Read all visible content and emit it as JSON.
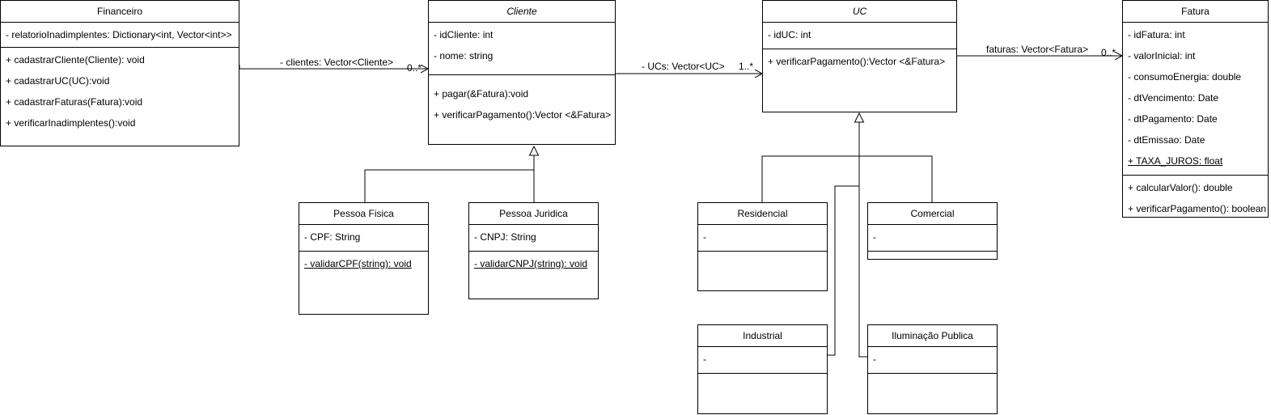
{
  "classes": {
    "financeiro": {
      "name": "Financeiro",
      "attributes": [
        "- relatorioInadimplentes: Dictionary<int, Vector<int>>"
      ],
      "methods": [
        "+ cadastrarCliente(Cliente): void",
        "+ cadastrarUC(UC):void",
        "+ cadastrarFaturas(Fatura):void",
        "+ verificarInadimplentes():void"
      ]
    },
    "cliente": {
      "name": "Cliente",
      "attributes": [
        "- idCliente: int",
        "- nome: string"
      ],
      "methods": [
        "+ pagar(&Fatura):void",
        "+ verificarPagamento():Vector <&Fatura>"
      ]
    },
    "uc": {
      "name": "UC",
      "attributes": [
        "- idUC: int"
      ],
      "methods": [
        "+ verificarPagamento():Vector <&Fatura>"
      ]
    },
    "fatura": {
      "name": "Fatura",
      "attributes": [
        "- idFatura: int",
        "- valorInicial: int",
        "- consumoEnergia: double",
        "- dtVencimento: Date",
        "- dtPagamento: Date",
        "- dtEmissao: Date",
        "+ TAXA_JUROS: float"
      ],
      "methods": [
        "+ calcularValor(): double",
        "+ verificarPagamento(): boolean"
      ]
    },
    "pessoa_fisica": {
      "name": "Pessoa Fisica",
      "attributes": [
        "- CPF: String"
      ],
      "methods": [
        "- validarCPF(string): void"
      ]
    },
    "pessoa_juridica": {
      "name": "Pessoa Juridica",
      "attributes": [
        "- CNPJ: String"
      ],
      "methods": [
        "- validarCNPJ(string): void"
      ]
    },
    "residencial": {
      "name": "Residencial",
      "attributes": [
        "-"
      ],
      "methods": []
    },
    "comercial": {
      "name": "Comercial",
      "attributes": [
        "-"
      ],
      "methods": []
    },
    "industrial": {
      "name": "Industrial",
      "attributes": [
        "-"
      ],
      "methods": []
    },
    "iluminacao": {
      "name": "Iluminação Publica",
      "attributes": [
        "-"
      ],
      "methods": []
    }
  },
  "associations": {
    "clientes": {
      "role": "- clientes: Vector<Cliente>",
      "multiplicity": "0..*"
    },
    "ucs": {
      "role": "- UCs: Vector<UC>",
      "multiplicity": "1..*"
    },
    "faturas": {
      "role": "faturas: Vector<Fatura>",
      "multiplicity": "0..*"
    }
  }
}
